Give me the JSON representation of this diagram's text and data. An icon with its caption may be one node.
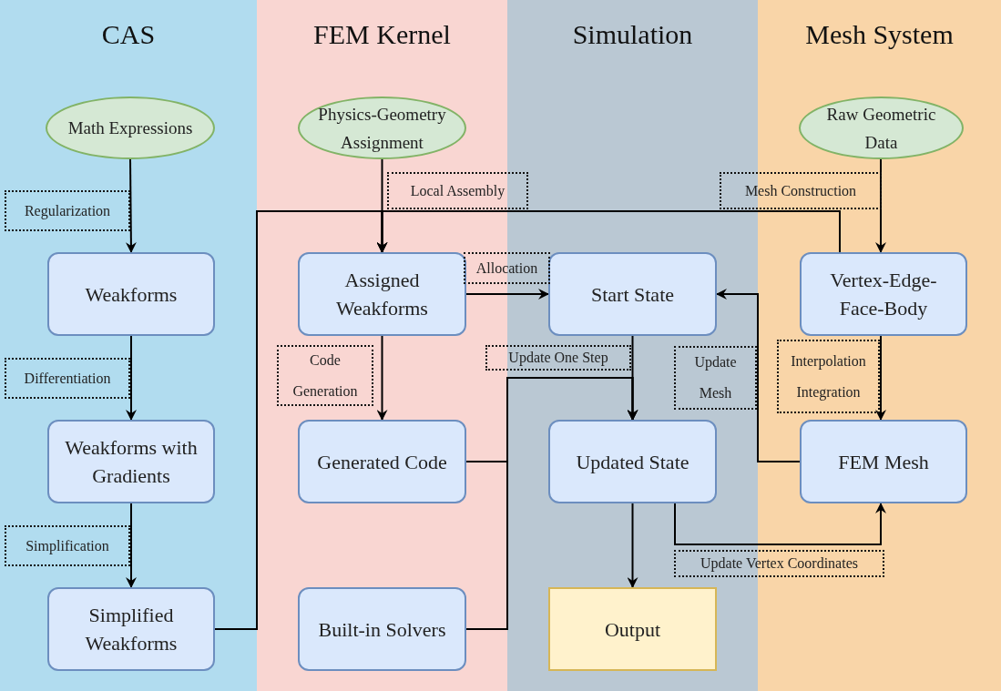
{
  "diagram": {
    "nodes": [
      {
        "text": [
          "CAS"
        ]
      },
      {
        "text": [
          "FEM Kernel"
        ]
      },
      {
        "text": [
          "Simulation"
        ]
      },
      {
        "text": [
          "Mesh System"
        ]
      },
      {
        "text": [
          "Math Expressions"
        ],
        "in": 0
      },
      {
        "text": [
          "Physics-Geometry Assignment"
        ],
        "in": 1
      },
      {
        "text": [
          "Raw Geometric Data"
        ],
        "in": 3
      },
      {
        "text": [
          "Weakforms"
        ],
        "in": 0
      },
      {
        "text": [
          "Assigned Weakforms"
        ],
        "in": 1
      },
      {
        "text": [
          "Start State"
        ],
        "in": 2
      },
      {
        "text": [
          "Vertex-Edge-Face-Body"
        ],
        "in": 3
      },
      {
        "text": [
          "Weakforms with Gradients"
        ],
        "in": 0
      },
      {
        "text": [
          "Generated Code"
        ],
        "in": 1
      },
      {
        "text": [
          "Updated State"
        ],
        "in": 2
      },
      {
        "text": [
          "FEM Mesh"
        ],
        "in": 3
      },
      {
        "text": [
          "Simplified Weakforms"
        ],
        "in": 0
      },
      {
        "text": [
          "Built-in Solvers"
        ],
        "in": 1
      },
      {
        "text": [
          "Output"
        ],
        "in": 2
      }
    ],
    "edges": [
      {
        "from": 4,
        "to": 7,
        "arrow": "to",
        "label": "Regularization"
      },
      {
        "from": 7,
        "to": 11,
        "arrow": "to",
        "label": "Differentiation"
      },
      {
        "from": 11,
        "to": 15,
        "arrow": "to",
        "label": "Simplification"
      },
      {
        "from": 5,
        "to": 8,
        "arrow": "to",
        "label": "Local Assembly"
      },
      {
        "from": 15,
        "to": 8,
        "arrow": "to"
      },
      {
        "from": 10,
        "to": 8,
        "arrow": "to"
      },
      {
        "from": 6,
        "to": 10,
        "arrow": "to",
        "label": "Mesh Construction"
      },
      {
        "from": 8,
        "to": 9,
        "arrow": "to",
        "label": "Allocation"
      },
      {
        "from": 8,
        "to": 12,
        "arrow": "to",
        "label": "Code Generation"
      },
      {
        "from": 9,
        "to": 13,
        "arrow": "to",
        "label": "Update One Step"
      },
      {
        "from": 12,
        "to": 13,
        "arrow": "to"
      },
      {
        "from": 16,
        "to": 13,
        "arrow": "to"
      },
      {
        "from": 14,
        "to": 9,
        "arrow": "to",
        "label": "Update Mesh"
      },
      {
        "from": 10,
        "to": 14,
        "arrow": "to",
        "label": "Interpolation Integration"
      },
      {
        "from": 13,
        "to": 17,
        "arrow": "to"
      },
      {
        "from": 13,
        "to": 14,
        "arrow": "to",
        "label": "Update Vertex Coordinates"
      }
    ]
  }
}
